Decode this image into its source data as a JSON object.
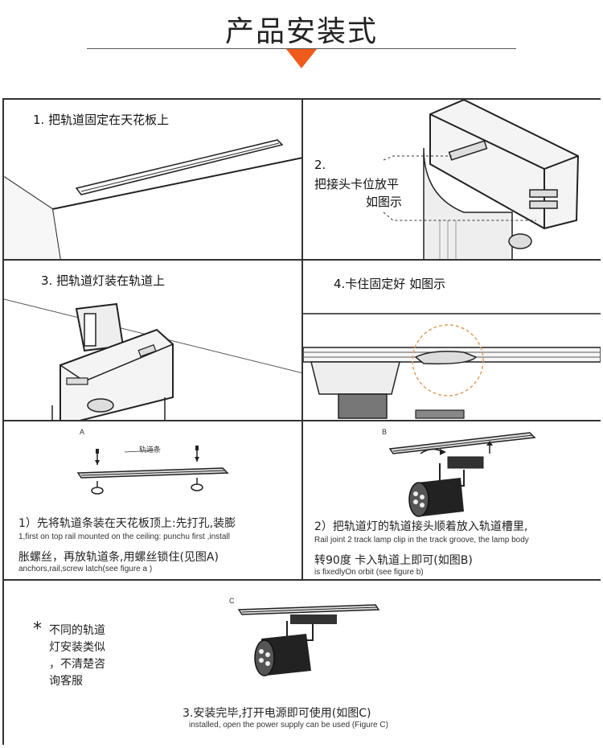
{
  "header": {
    "title": "产品安装式"
  },
  "steps": {
    "s1": {
      "label": "1. 把轨道固定在天花板上"
    },
    "s2": {
      "num": "2.",
      "line1": "把接头卡位放平",
      "line2": "如图示"
    },
    "s3": {
      "label": "3. 把轨道灯装在轨道上"
    },
    "s4": {
      "label": "4.卡住固定好  如图示"
    }
  },
  "figA": {
    "tag": "A",
    "rail_label": "轨道条",
    "cn1": "1）先将轨道条装在天花板顶上:先打孔,装膨",
    "en1": "1,first on top rail mounted on the ceiling: punchu first ,install",
    "cn2": "胀螺丝，再放轨道条,用螺丝锁住(见图A)",
    "en2": "anchors,rail,screw latch(see figure a )"
  },
  "figB": {
    "tag": "B",
    "cn1": "2）把轨道灯的轨道接头顺着放入轨道槽里,",
    "en1": "Rail joint 2 track lamp clip in the track groove, the lamp body",
    "cn2": "转90度 卡入轨道上即可(如图B)",
    "en2": "is fixedlyOn orbit (see figure b)"
  },
  "figC": {
    "tag": "C",
    "note_star": "*",
    "note_lines": [
      "不同的轨道",
      "灯安装类似",
      "，不清楚咨",
      "询客服"
    ],
    "cn": "3.安装完毕,打开电源即可使用(如图C)",
    "en": "installed, open the power supply can be used (Figure C)"
  },
  "colors": {
    "accent": "#f05a1a",
    "border": "#333333",
    "dashed_circle": "#e0a060"
  }
}
